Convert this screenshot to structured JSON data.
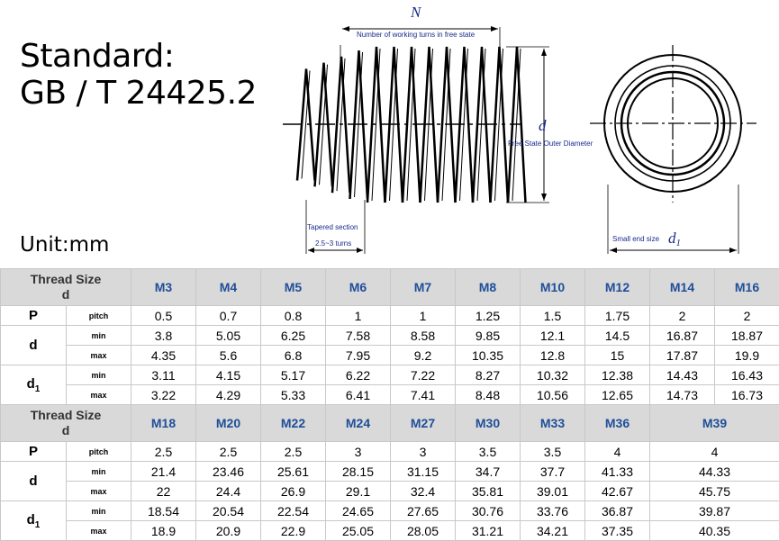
{
  "title": {
    "line1": "Standard:",
    "line2": "GB / T 24425.2"
  },
  "unit": "Unit:mm",
  "drawing": {
    "label_N": "N",
    "working_turns": "Number of working turns in free state",
    "label_d": "d",
    "outer_diameter": "Free State Outer Diameter",
    "tapered_section": "Tapered section",
    "tapered_turns": "2.5~3 turns",
    "small_end_size": "Small end size",
    "label_d1": "d"
  },
  "table1": {
    "header": {
      "label_line1": "Thread Size",
      "label_line2": "d",
      "sizes": [
        "M3",
        "M4",
        "M5",
        "M6",
        "M7",
        "M8",
        "M10",
        "M12",
        "M14",
        "M16"
      ]
    },
    "p_label": "P",
    "pitch_label": "pitch",
    "pitch": [
      "0.5",
      "0.7",
      "0.8",
      "1",
      "1",
      "1.25",
      "1.5",
      "1.75",
      "2",
      "2"
    ],
    "d_label": "d",
    "d1_label": "d",
    "min_label": "min",
    "max_label": "max",
    "d_min": [
      "3.8",
      "5.05",
      "6.25",
      "7.58",
      "8.58",
      "9.85",
      "12.1",
      "14.5",
      "16.87",
      "18.87"
    ],
    "d_max": [
      "4.35",
      "5.6",
      "6.8",
      "7.95",
      "9.2",
      "10.35",
      "12.8",
      "15",
      "17.87",
      "19.9"
    ],
    "d1_min": [
      "3.11",
      "4.15",
      "5.17",
      "6.22",
      "7.22",
      "8.27",
      "10.32",
      "12.38",
      "14.43",
      "16.43"
    ],
    "d1_max": [
      "3.22",
      "4.29",
      "5.33",
      "6.41",
      "7.41",
      "8.48",
      "10.56",
      "12.65",
      "14.73",
      "16.73"
    ]
  },
  "table2": {
    "header": {
      "label_line1": "Thread Size",
      "label_line2": "d",
      "sizes": [
        "M18",
        "M20",
        "M22",
        "M24",
        "M27",
        "M30",
        "M33",
        "M36",
        "M39"
      ]
    },
    "p_label": "P",
    "pitch_label": "pitch",
    "pitch": [
      "2.5",
      "2.5",
      "2.5",
      "3",
      "3",
      "3.5",
      "3.5",
      "4",
      "4"
    ],
    "d_label": "d",
    "d1_label": "d",
    "min_label": "min",
    "max_label": "max",
    "d_min": [
      "21.4",
      "23.46",
      "25.61",
      "28.15",
      "31.15",
      "34.7",
      "37.7",
      "41.33",
      "44.33"
    ],
    "d_max": [
      "22",
      "24.4",
      "26.9",
      "29.1",
      "32.4",
      "35.81",
      "39.01",
      "42.67",
      "45.75"
    ],
    "d1_min": [
      "18.54",
      "20.54",
      "22.54",
      "24.65",
      "27.65",
      "30.76",
      "33.76",
      "36.87",
      "39.87"
    ],
    "d1_max": [
      "18.9",
      "20.9",
      "22.9",
      "25.05",
      "28.05",
      "31.21",
      "34.21",
      "37.35",
      "40.35"
    ]
  }
}
